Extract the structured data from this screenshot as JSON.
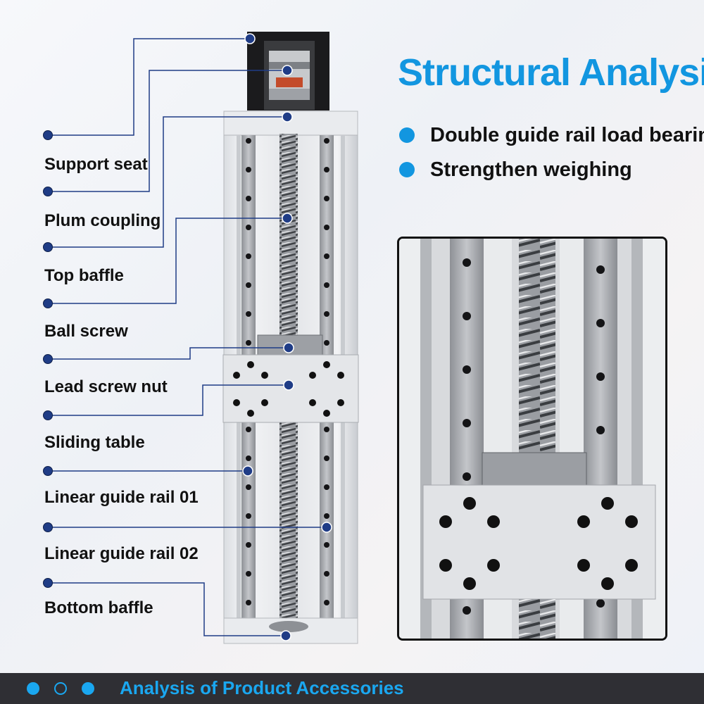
{
  "header": {
    "title": "Structural Analysis",
    "features": [
      {
        "text": "Double guide rail load bearing"
      },
      {
        "text": "Strengthen weighing"
      }
    ]
  },
  "callouts": [
    {
      "label": "Support seat"
    },
    {
      "label": "Plum coupling"
    },
    {
      "label": "Top baffle"
    },
    {
      "label": "Ball screw"
    },
    {
      "label": "Lead screw nut"
    },
    {
      "label": "Sliding table"
    },
    {
      "label": "Linear guide rail 01"
    },
    {
      "label": "Linear guide rail 02"
    },
    {
      "label": "Bottom baffle"
    }
  ],
  "footer": {
    "text": "Analysis of Product Accessories"
  },
  "colors": {
    "accent": "#1296e0",
    "dot": "#1f3c86",
    "footer_bg": "#2f2f34"
  }
}
